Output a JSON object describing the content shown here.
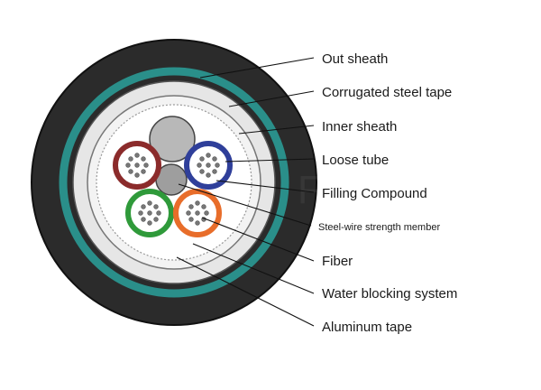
{
  "watermark": "Fiber",
  "labels": {
    "out_sheath": "Out sheath",
    "corrugated_steel_tape": "Corrugated steel tape",
    "inner_sheath": "Inner sheath",
    "loose_tube": "Loose tube",
    "filling_compound": "Filling Compound",
    "steel_wire_strength_member": "Steel-wire strength member",
    "fiber": "Fiber",
    "water_blocking_system": "Water blocking system",
    "aluminum_tape": "Aluminum tape"
  },
  "colors": {
    "out_sheath": "#2b2b2b",
    "steel_tape_band": "#2a8f8a",
    "inner_sheath": "#e9e9e9",
    "tube_brown": "#8b2b2b",
    "tube_blue": "#2f3f9a",
    "tube_green": "#2f9a3a",
    "tube_orange": "#e86d2a",
    "filler_gray": "#b8b8b8",
    "strength_member": "#9e9e9e"
  }
}
